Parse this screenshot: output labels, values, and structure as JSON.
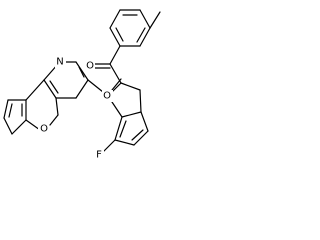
{
  "structure": {
    "atoms": {
      "n_pyridine": "N",
      "o_ketone": "O",
      "o_furan": "O",
      "o_pyran": "O",
      "f_substituent": "F"
    }
  },
  "colors": {
    "background": "#ffffff",
    "bond": "#000000",
    "text": "#000000"
  }
}
